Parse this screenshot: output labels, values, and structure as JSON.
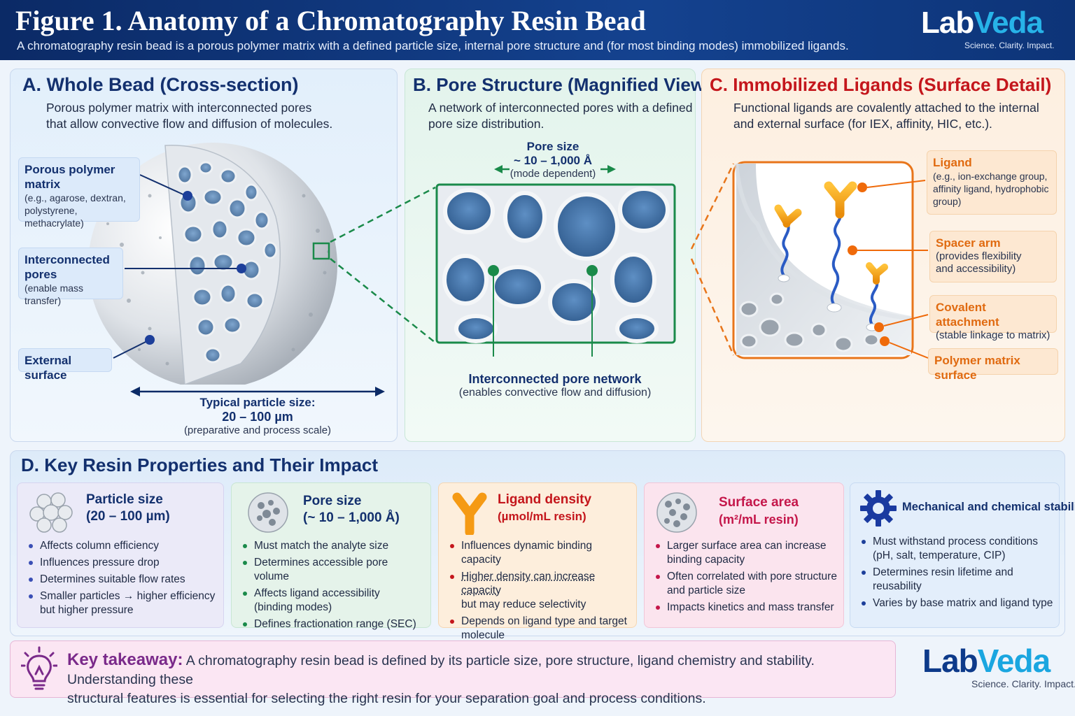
{
  "header": {
    "title": "Figure 1. Anatomy of a Chromatography Resin Bead",
    "subtitle": "A chromatography resin bead is a porous polymer matrix with a defined particle size, internal pore structure and (for most binding modes) immobilized ligands.",
    "logo_lab": "Lab",
    "logo_veda": "Veda",
    "tagline": "Science. Clarity. Impact."
  },
  "panel_a": {
    "title": "A. Whole Bead (Cross-section)",
    "desc_1": "Porous polymer matrix with interconnected pores",
    "desc_2": "that allow convective flow and diffusion of molecules.",
    "callout_matrix_title_1": "Porous polymer",
    "callout_matrix_title_2": "matrix",
    "callout_matrix_sub_1": "(e.g., agarose, dextran,",
    "callout_matrix_sub_2": "polystyrene, methacrylate)",
    "callout_pores_title_1": "Interconnected",
    "callout_pores_title_2": "pores",
    "callout_pores_sub": "(enable mass transfer)",
    "callout_surface_title": "External surface",
    "size_label": "Typical particle size:",
    "size_value": "20 – 100 µm",
    "size_note": "(preparative and process scale)"
  },
  "panel_b": {
    "title": "B. Pore Structure (Magnified View)",
    "desc_1": "A network of interconnected pores with a defined",
    "desc_2": "pore size distribution.",
    "pore_label": "Pore size",
    "pore_value": "~ 10 – 1,000 Å",
    "pore_note": "(mode dependent)",
    "network_title": "Interconnected pore network",
    "network_note": "(enables convective flow and diffusion)"
  },
  "panel_c": {
    "title": "C. Immobilized Ligands (Surface Detail)",
    "desc_1": "Functional ligands are covalently attached to the internal",
    "desc_2": "and external surface (for IEX, affinity, HIC, etc.).",
    "ligand_title": "Ligand",
    "ligand_sub_1": "(e.g., ion-exchange group,",
    "ligand_sub_2": "affinity ligand, hydrophobic",
    "ligand_sub_3": "group)",
    "spacer_title": "Spacer arm",
    "spacer_sub_1": "(provides flexibility",
    "spacer_sub_2": "and accessibility)",
    "covalent_title": "Covalent attachment",
    "covalent_sub": "(stable linkage to matrix)",
    "matrix_surface_title": "Polymer matrix surface"
  },
  "panel_d": {
    "title": "D. Key Resin Properties and Their Impact",
    "cards": [
      {
        "title_1": "Particle size",
        "title_2": "(20 – 100 µm)",
        "bullets": [
          "Affects column efficiency",
          "Influences pressure drop",
          "Determines suitable flow rates",
          "Smaller particles → higher efficiency",
          "but higher pressure"
        ]
      },
      {
        "title_1": "Pore size",
        "title_2": "(~ 10 – 1,000 Å)",
        "bullets": [
          "Must match the analyte size",
          "Determines accessible pore volume",
          "Affects ligand accessibility",
          "(binding modes)",
          "Defines fractionation range (SEC)"
        ]
      },
      {
        "title_1": "Ligand density",
        "title_2": "(µmol/mL resin)",
        "bullets": [
          "Influences dynamic binding capacity",
          "Higher density can increase capacity",
          "but may reduce selectivity",
          "Depends on ligand type and target",
          "molecule"
        ]
      },
      {
        "title_1": "Surface area",
        "title_2": "(m²/mL resin)",
        "bullets": [
          "Larger surface area can increase",
          "binding capacity",
          "Often correlated with pore structure",
          "and particle size",
          "Impacts kinetics and mass transfer"
        ]
      },
      {
        "title_1": "Mechanical and chemical stability",
        "bullets": [
          "Must withstand process conditions",
          "(pH, salt, temperature, CIP)",
          "Determines resin lifetime and",
          "reusability",
          "Varies by base matrix and ligand type"
        ]
      }
    ]
  },
  "takeaway": {
    "label": "Key takeaway:",
    "text_1": "A chromatography resin bead is defined by its particle size, pore structure, ligand chemistry and stability. Understanding these",
    "text_2": "structural features is essential for selecting the right resin for your separation goal and process conditions."
  },
  "colors": {
    "navy": "#0b2a66",
    "panel_a_title": "#13306e",
    "panel_b_title": "#13306e",
    "panel_c_title": "#c4161c",
    "accent_orange": "#e06a10",
    "accent_green": "#1a8a4a",
    "takeaway_purple": "#7a2a8a"
  }
}
